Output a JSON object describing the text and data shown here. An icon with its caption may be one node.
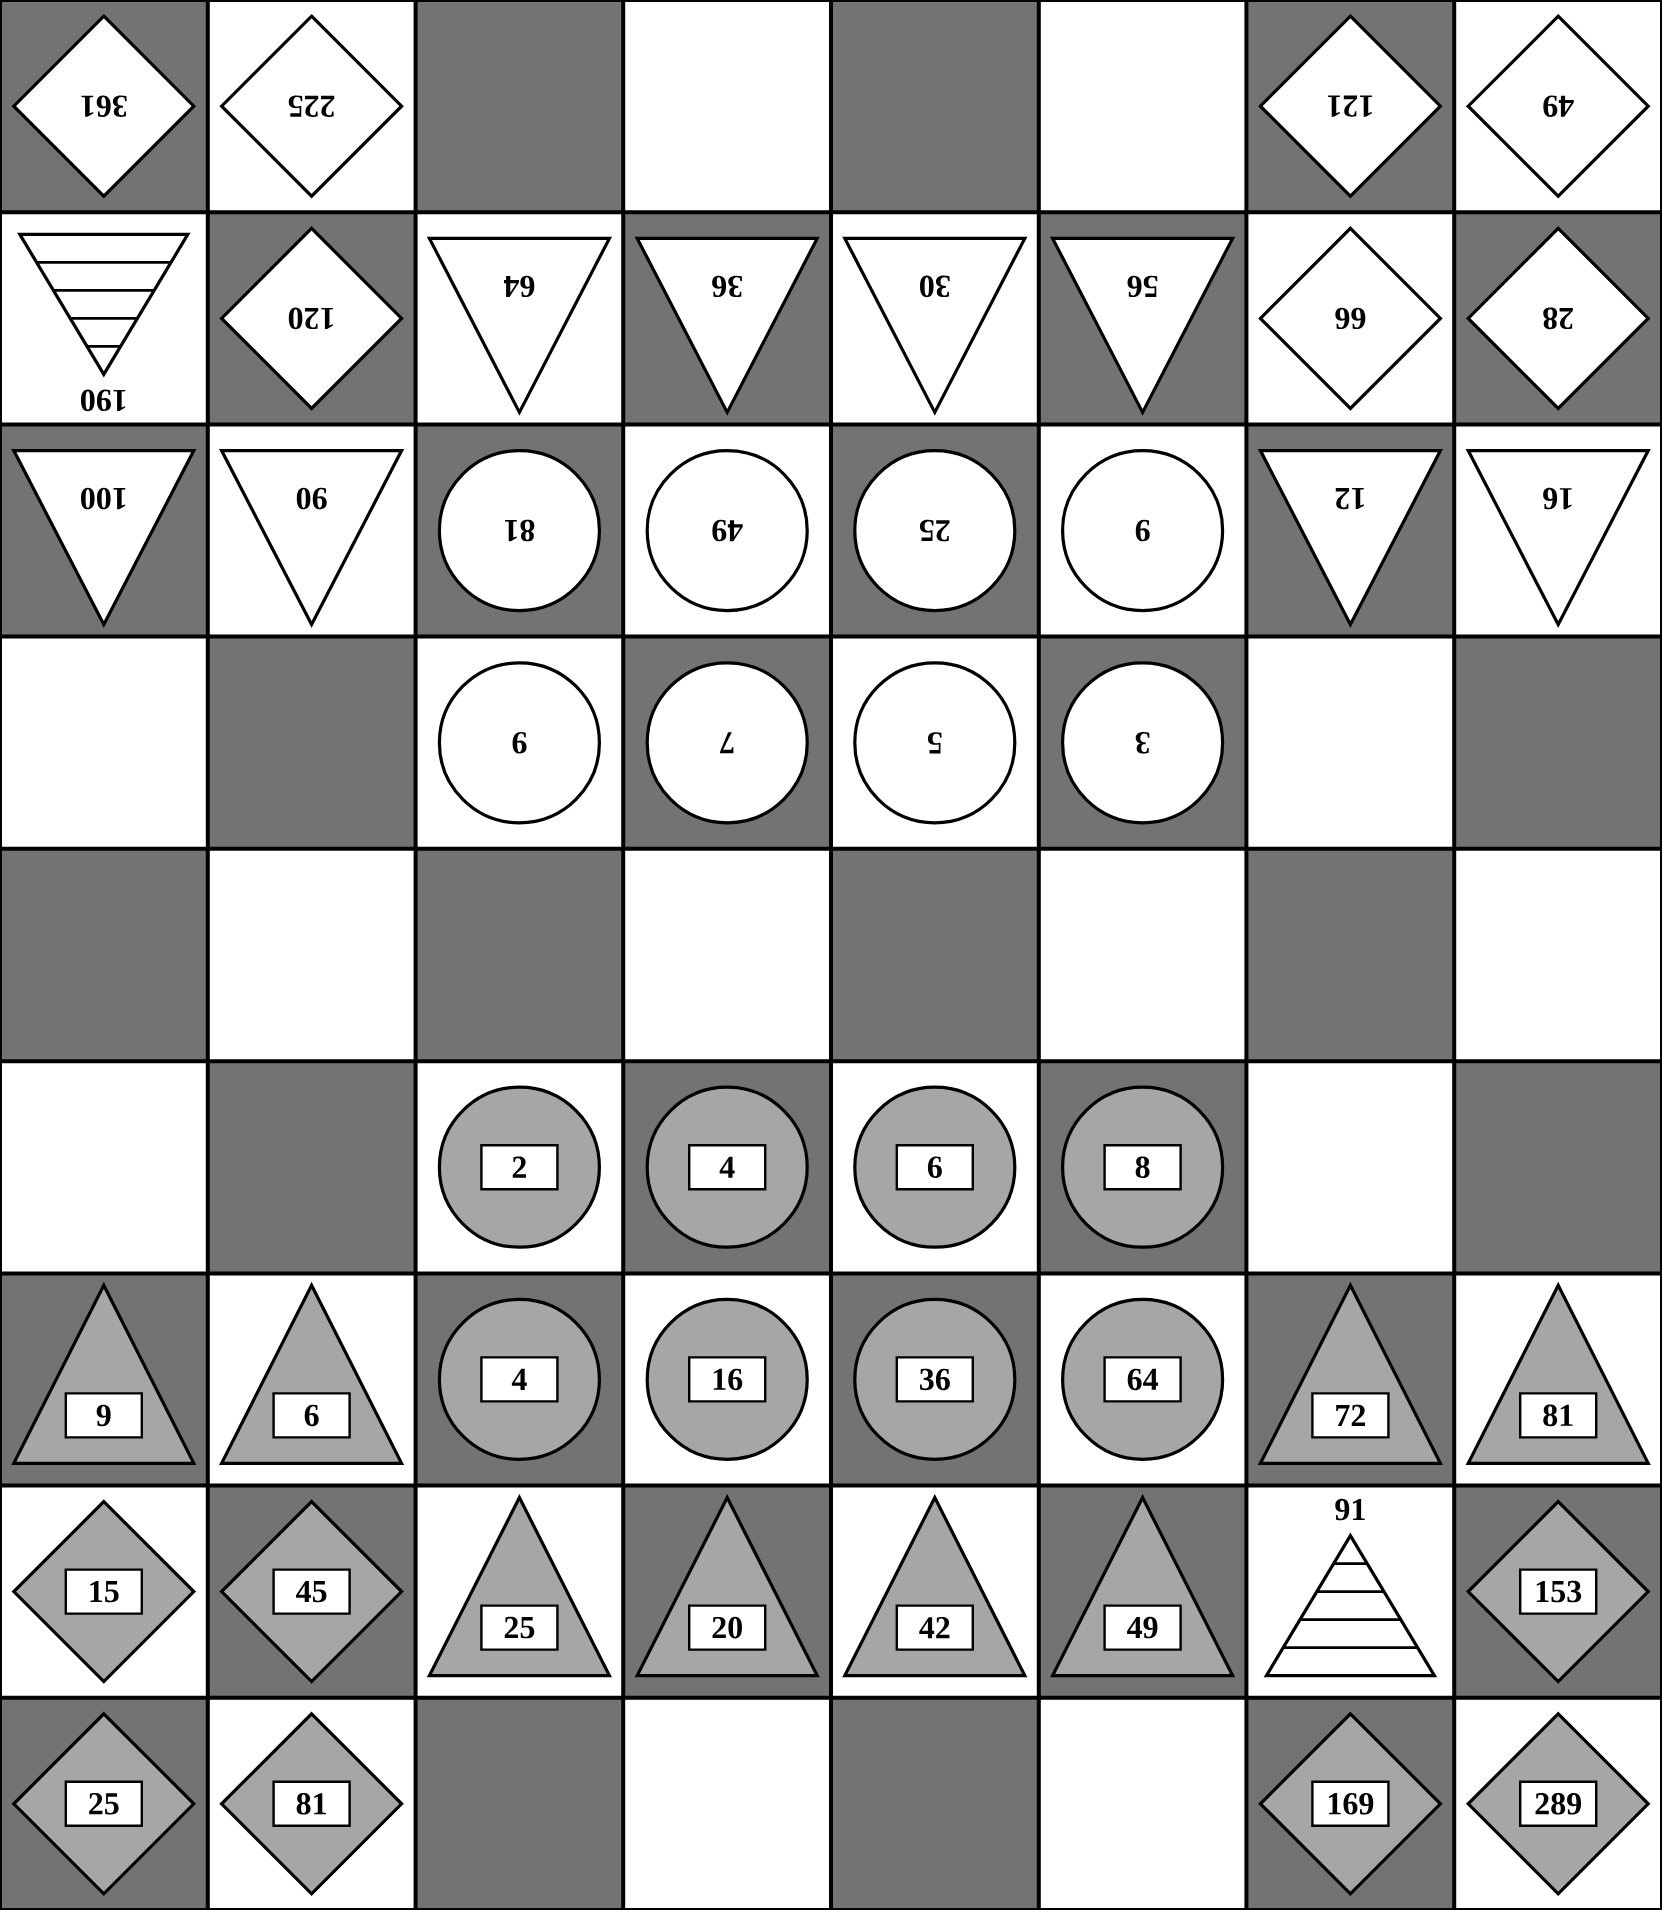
{
  "diagram": {
    "nodes": [
      {
        "text": [
          "361"
        ]
      },
      {
        "text": [
          "225"
        ]
      },
      {
        "text": [
          "121"
        ]
      },
      {
        "text": [
          "49"
        ]
      },
      {
        "text": [
          "190"
        ]
      },
      {
        "text": [
          "120"
        ]
      },
      {
        "text": [
          "64"
        ]
      },
      {
        "text": [
          "36"
        ]
      },
      {
        "text": [
          "30"
        ]
      },
      {
        "text": [
          "56"
        ]
      },
      {
        "text": [
          "66"
        ]
      },
      {
        "text": [
          "28"
        ]
      },
      {
        "text": [
          "100"
        ]
      },
      {
        "text": [
          "90"
        ]
      },
      {
        "text": [
          "81"
        ]
      },
      {
        "text": [
          "49"
        ]
      },
      {
        "text": [
          "25"
        ]
      },
      {
        "text": [
          "9"
        ]
      },
      {
        "text": [
          "12"
        ]
      },
      {
        "text": [
          "16"
        ]
      },
      {
        "text": [
          "9"
        ]
      },
      {
        "text": [
          "7"
        ]
      },
      {
        "text": [
          "5"
        ]
      },
      {
        "text": [
          "3"
        ]
      },
      {
        "text": [
          "2"
        ]
      },
      {
        "text": [
          "4"
        ]
      },
      {
        "text": [
          "6"
        ]
      },
      {
        "text": [
          "8"
        ]
      },
      {
        "text": [
          "9"
        ]
      },
      {
        "text": [
          "6"
        ]
      },
      {
        "text": [
          "4"
        ]
      },
      {
        "text": [
          "16"
        ]
      },
      {
        "text": [
          "36"
        ]
      },
      {
        "text": [
          "64"
        ]
      },
      {
        "text": [
          "72"
        ]
      },
      {
        "text": [
          "81"
        ]
      },
      {
        "text": [
          "15"
        ]
      },
      {
        "text": [
          "45"
        ]
      },
      {
        "text": [
          "25"
        ]
      },
      {
        "text": [
          "20"
        ]
      },
      {
        "text": [
          "42"
        ]
      },
      {
        "text": [
          "49"
        ]
      },
      {
        "text": [
          "91"
        ]
      },
      {
        "text": [
          "153"
        ]
      },
      {
        "text": [
          "25"
        ]
      },
      {
        "text": [
          "81"
        ]
      },
      {
        "text": [
          "169"
        ]
      },
      {
        "text": [
          "289"
        ]
      }
    ]
  }
}
